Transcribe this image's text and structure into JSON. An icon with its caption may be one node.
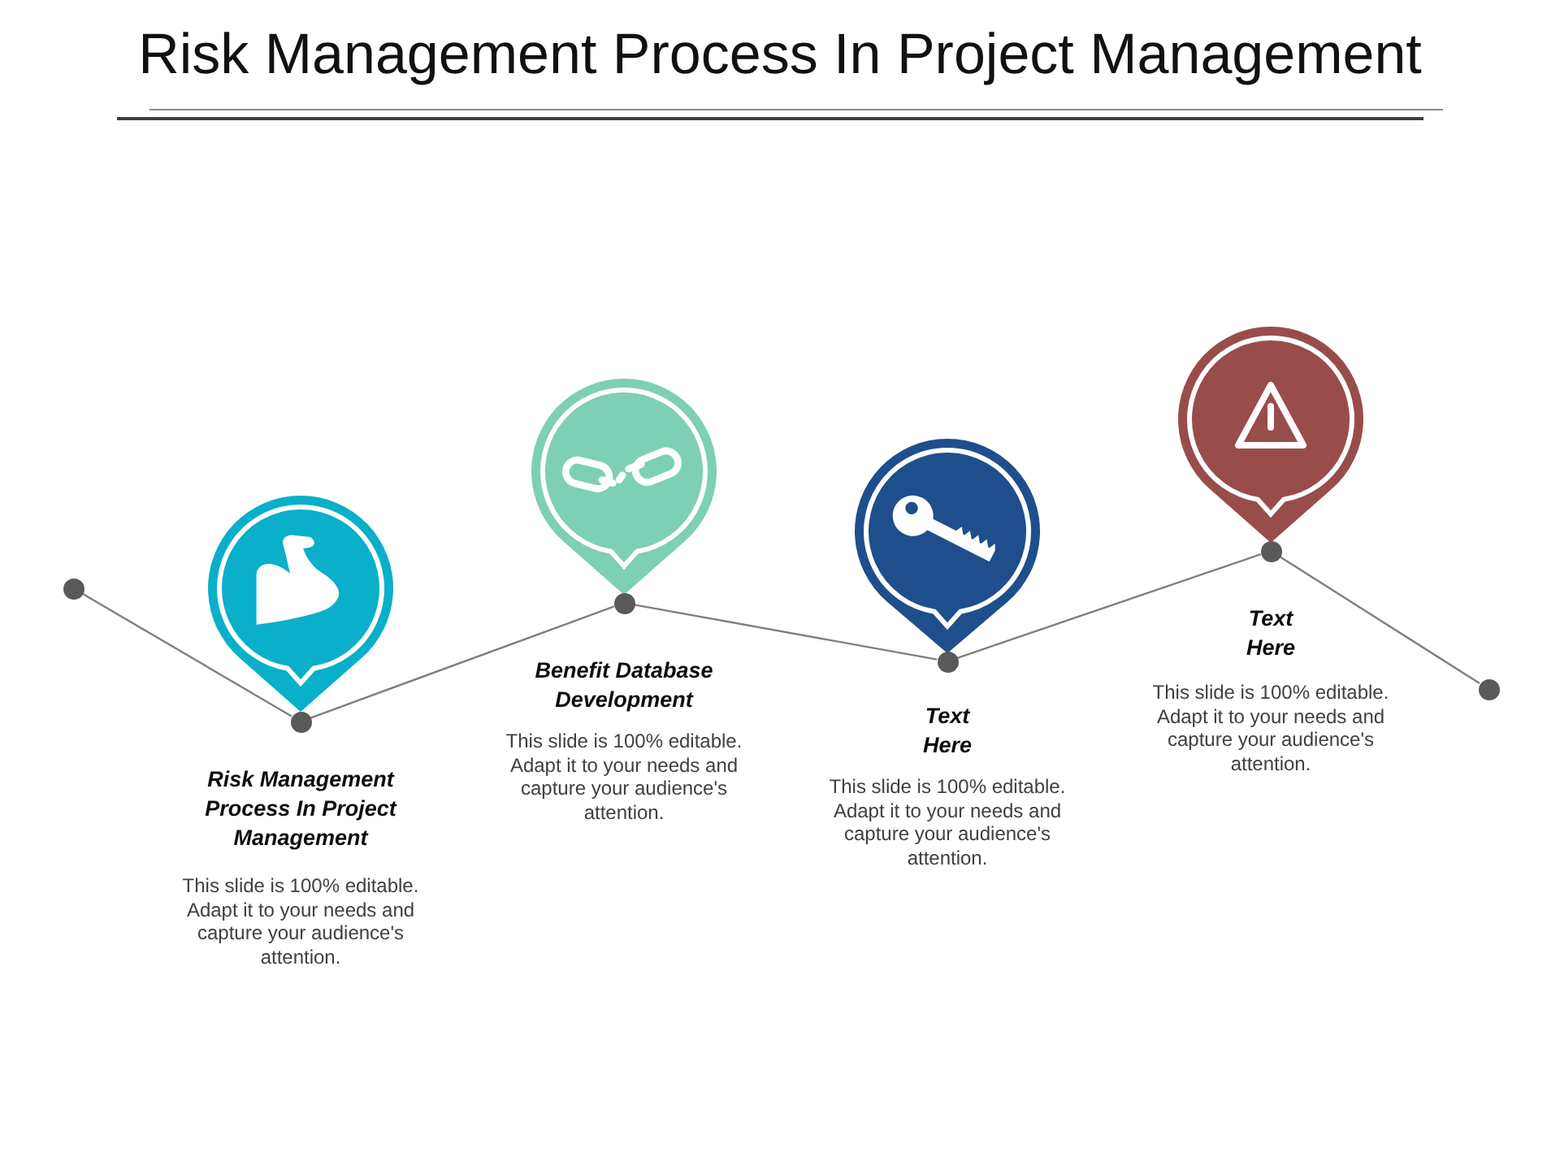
{
  "diagram": {
    "title": "Risk Management Process In Project Management",
    "nodes": [
      {
        "text": [],
        "shape": "circle"
      },
      {
        "text": [],
        "shape": "circle"
      },
      {
        "text": [],
        "shape": "circle"
      },
      {
        "text": [],
        "shape": "circle"
      },
      {
        "text": [],
        "shape": "circle"
      },
      {
        "text": [],
        "shape": "circle"
      },
      {
        "text": [],
        "shape": "pin",
        "beside": [
          "Risk Management Process In Project Management",
          "This slide is 100% editable. Adapt it to your needs and capture your audience's attention."
        ]
      },
      {
        "text": [],
        "shape": "pin",
        "beside": [
          "Benefit Database Development",
          "This slide is 100% editable. Adapt it to your needs and capture your audience's attention."
        ]
      },
      {
        "text": [],
        "shape": "pin",
        "beside": [
          "Text Here",
          "This slide is 100% editable. Adapt it to your needs and capture your audience's attention."
        ]
      },
      {
        "text": [],
        "shape": "pin",
        "beside": [
          "Text Here",
          "This slide is 100% editable. Adapt it to your needs and capture your audience's attention."
        ]
      }
    ],
    "edges": [
      {
        "from": 0,
        "to": 1,
        "arrow": "none"
      },
      {
        "from": 1,
        "to": 2,
        "arrow": "none"
      },
      {
        "from": 2,
        "to": 3,
        "arrow": "none"
      },
      {
        "from": 3,
        "to": 4,
        "arrow": "none"
      },
      {
        "from": 4,
        "to": 5,
        "arrow": "none"
      }
    ]
  }
}
